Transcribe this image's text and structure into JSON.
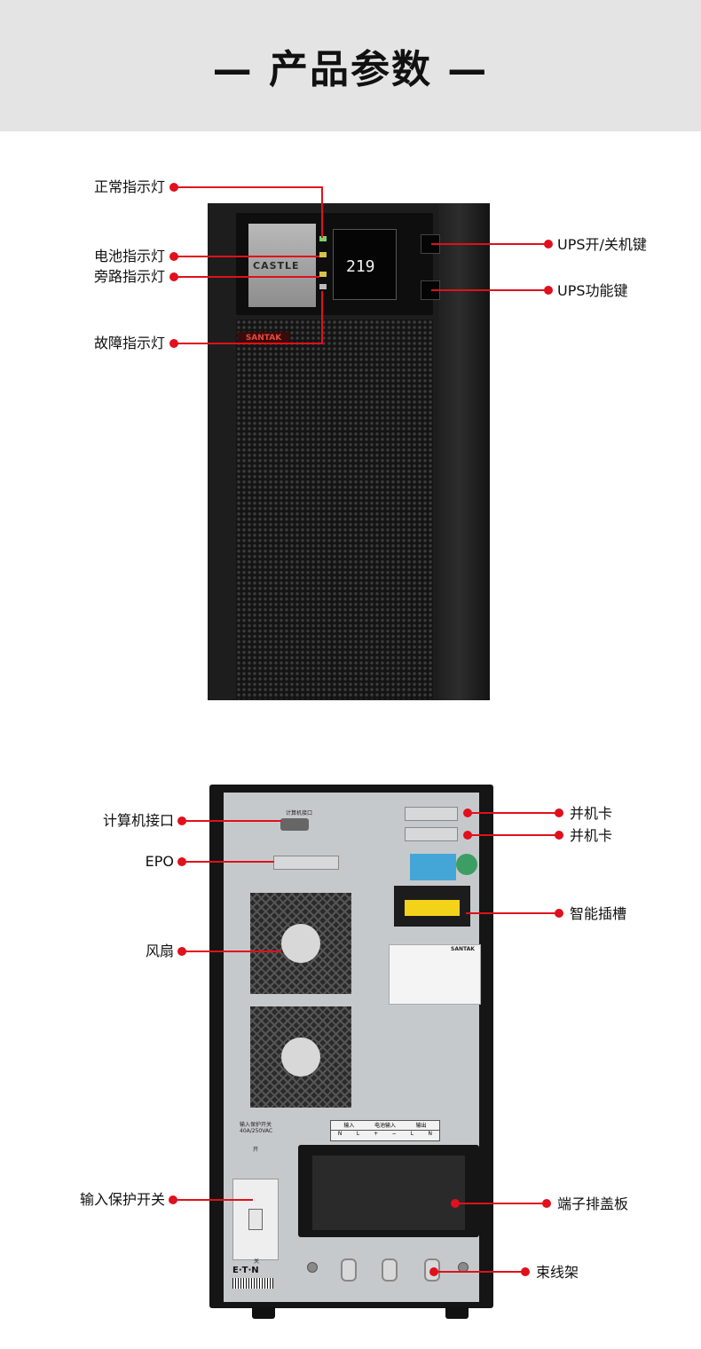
{
  "header": {
    "title": "— 产品参数 —"
  },
  "front_callouts": {
    "normal_indicator": "正常指示灯",
    "battery_indicator": "电池指示灯",
    "bypass_indicator": "旁路指示灯",
    "fault_indicator": "故障指示灯",
    "power_key": "UPS开/关机键",
    "function_key": "UPS功能键"
  },
  "front_device": {
    "brand_plate": "CASTLE",
    "lcd_value": "219",
    "logo": "SANTAK"
  },
  "back_callouts": {
    "computer_port": "计算机接口",
    "epo": "EPO",
    "fan": "风扇",
    "parallel_card_1": "并机卡",
    "parallel_card_2": "并机卡",
    "smart_slot": "智能插槽",
    "input_breaker": "输入保护开关",
    "terminal_cover": "端子排盖板",
    "cable_rack": "束线架"
  },
  "back_device": {
    "port_label": "计算机接口",
    "info_logo": "SANTAK",
    "breaker_label": "输入保护开关",
    "breaker_rating": "40A/250VAC",
    "on_label": "开",
    "off_label": "关",
    "eaton_logo": "E·T·N",
    "terminal_headers": [
      "输入",
      "电池输入",
      "输出"
    ],
    "terminal_cells": [
      "N",
      "L",
      "+",
      "−",
      "L",
      "N"
    ]
  },
  "colors": {
    "accent": "#e0101c",
    "banner_bg": "#e4e4e4"
  }
}
